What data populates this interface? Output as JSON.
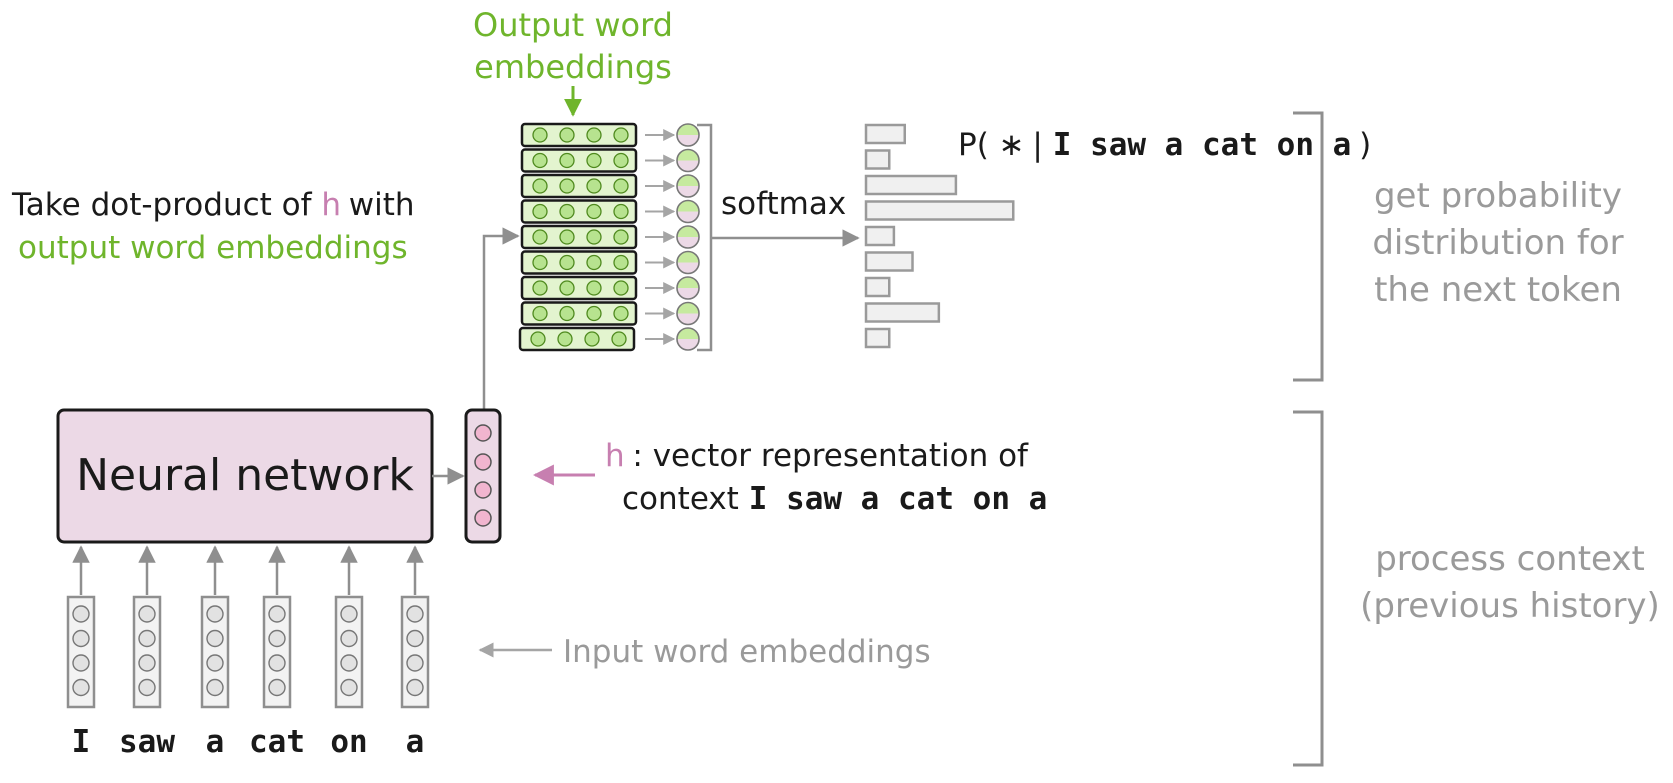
{
  "output_embeddings_label": {
    "line1": "Output word",
    "line2": "embeddings"
  },
  "dot_product_label": {
    "line1_a": "Take dot-product of ",
    "line1_h": "h",
    "line1_b": " with",
    "line2": "output word embeddings"
  },
  "softmax_label": "softmax",
  "probability_label": {
    "open": "P( ",
    "star": "∗",
    "bar": " | ",
    "context": "I saw a cat on a",
    "close": ")"
  },
  "neural_network_label": "Neural network",
  "h_label": {
    "h": "h",
    "rest": ": vector representation of",
    "line2_a": "context ",
    "line2_context": "I saw a cat on a"
  },
  "input_embeddings_label": "Input word embeddings",
  "input_tokens": [
    "I",
    "saw",
    "a",
    "cat",
    "on",
    "a"
  ],
  "right_brackets": {
    "top": [
      "get probability",
      "distribution for",
      "the next token"
    ],
    "bottom": [
      "process context",
      "(previous history)"
    ]
  },
  "chart_data": {
    "type": "bar",
    "orientation": "horizontal",
    "title": "",
    "xlabel": "",
    "ylabel": "",
    "values": [
      0.25,
      0.15,
      0.58,
      0.95,
      0.18,
      0.3,
      0.15,
      0.47,
      0.15
    ],
    "grid": false
  },
  "colors": {
    "green": "#6fb52c",
    "green_fill": "#e3f4cf",
    "pink": "#c77fb0",
    "pink_fill": "#ecd9e6",
    "gray": "#8f8f8f",
    "bar_fill": "#f0f0f0"
  }
}
